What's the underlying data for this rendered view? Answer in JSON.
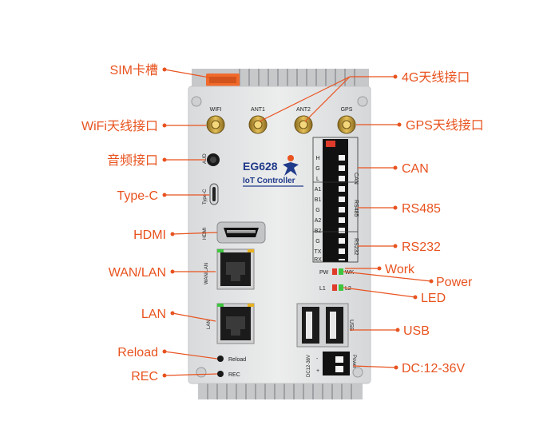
{
  "device": {
    "brand_model": "EG628",
    "brand_sub": "IoT Controller",
    "antenna_labels": [
      "WIFI",
      "ANT1",
      "ANT2",
      "GPS"
    ],
    "port_labels": {
      "aud": "AUD",
      "typec": "Type-C",
      "hdmi": "HDMI",
      "wanlan": "WAN/LAN",
      "lan": "LAN",
      "reload": "Reload",
      "rec": "REC",
      "usb": "USB",
      "dc": "DC12-36V",
      "power": "Power"
    },
    "terminal_pins": [
      "H",
      "G",
      "L",
      "A1",
      "B1",
      "G",
      "A2",
      "B2",
      "G",
      "TX",
      "RX"
    ],
    "terminal_groups": [
      "CAN",
      "RS485",
      "RS232"
    ],
    "led_labels": {
      "pw": "PW",
      "wk": "WK",
      "l1": "L1",
      "l2": "L2"
    },
    "dc_pins": [
      "-",
      "+"
    ]
  },
  "callouts": {
    "sim": "SIM卡槽",
    "wifi": "WiFi天线接口",
    "audio": "音频接口",
    "typec": "Type-C",
    "hdmi": "HDMI",
    "wanlan": "WAN/LAN",
    "lan": "LAN",
    "reload": "Reload",
    "rec": "REC",
    "ant4g": "4G天线接口",
    "gps": "GPS天线接口",
    "can": "CAN",
    "rs485": "RS485",
    "rs232": "RS232",
    "work": "Work",
    "power": "Power",
    "led": "LED",
    "usb": "USB",
    "dc": "DC:12-36V"
  },
  "colors": {
    "callout": "#e8531f",
    "body": "#e4e5e7",
    "brand": "#1f3a8a",
    "led_green": "#3ec63e",
    "led_red": "#e03a2a",
    "sim_orange": "#f06a2c"
  }
}
